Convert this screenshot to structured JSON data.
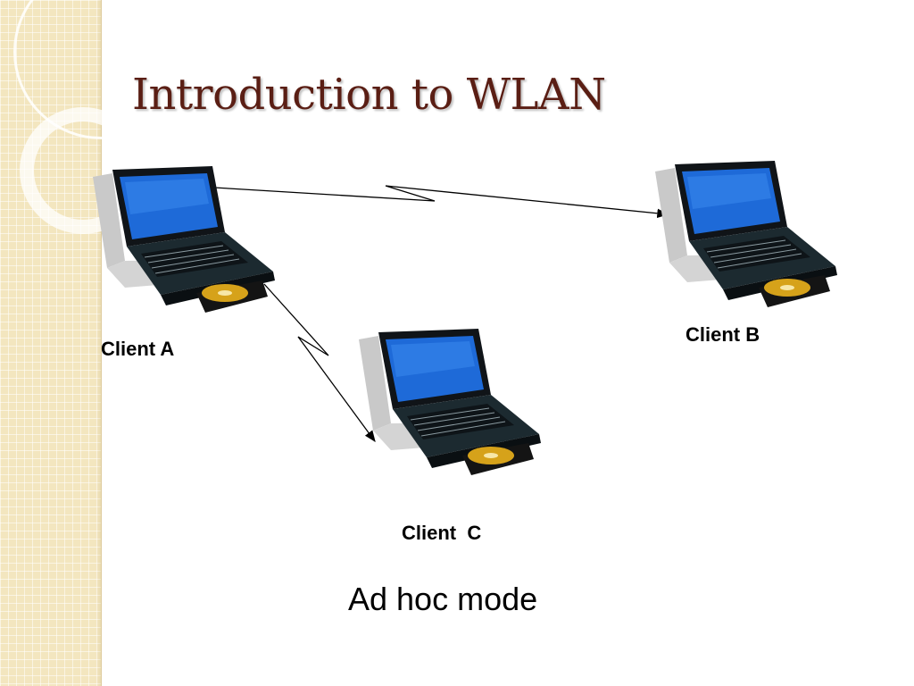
{
  "slide": {
    "title": "Introduction to WLAN",
    "caption": "Ad hoc mode"
  },
  "nodes": {
    "client_a": "Client A",
    "client_b": "Client B",
    "client_c": "Client  C"
  },
  "links": [
    {
      "from": "Client A",
      "to": "Client B",
      "style": "wireless"
    },
    {
      "from": "Client A",
      "to": "Client  C",
      "style": "wireless"
    }
  ],
  "icons": {
    "laptop": "laptop-with-cd-icon",
    "wireless": "lightning-link-icon"
  },
  "colors": {
    "title": "#5a1e14",
    "sidebar": "#f3e6bf",
    "screen": "#1e6ad8"
  }
}
